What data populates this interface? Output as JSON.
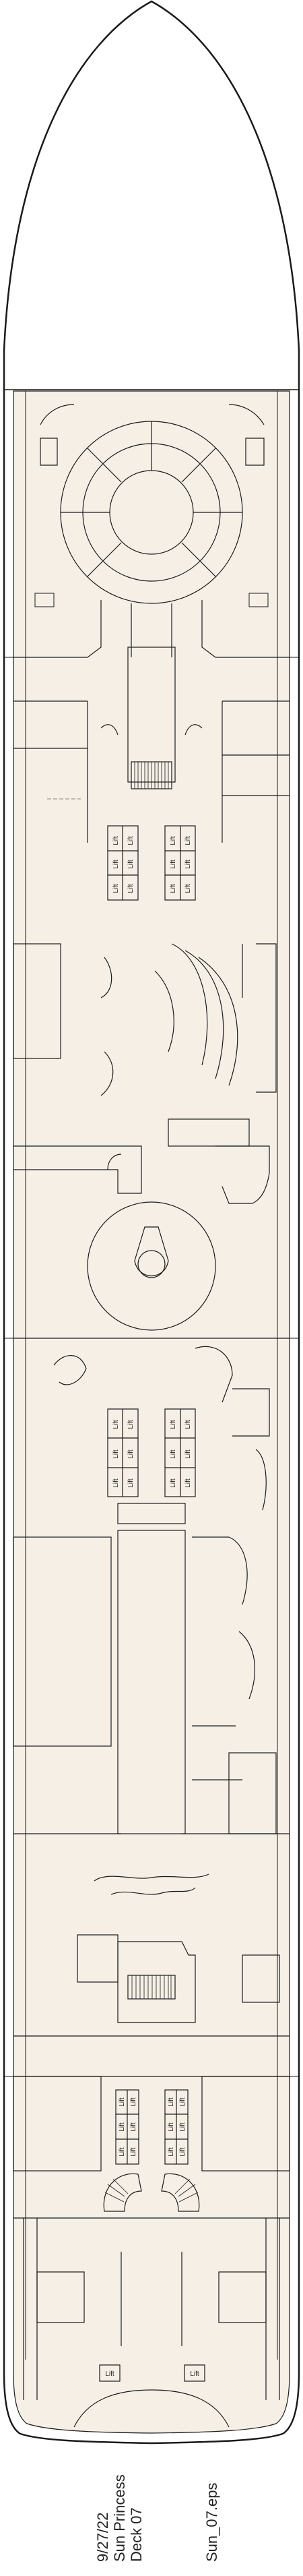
{
  "lift_label": "Lift",
  "caption": {
    "date": "9/27/22",
    "ship": "Sun Princess",
    "deck": "Deck 07",
    "file": "Sun_07.eps"
  },
  "colors": {
    "floor": "#f5efe6",
    "wall": "#1a1a1a",
    "background": "#ffffff"
  }
}
